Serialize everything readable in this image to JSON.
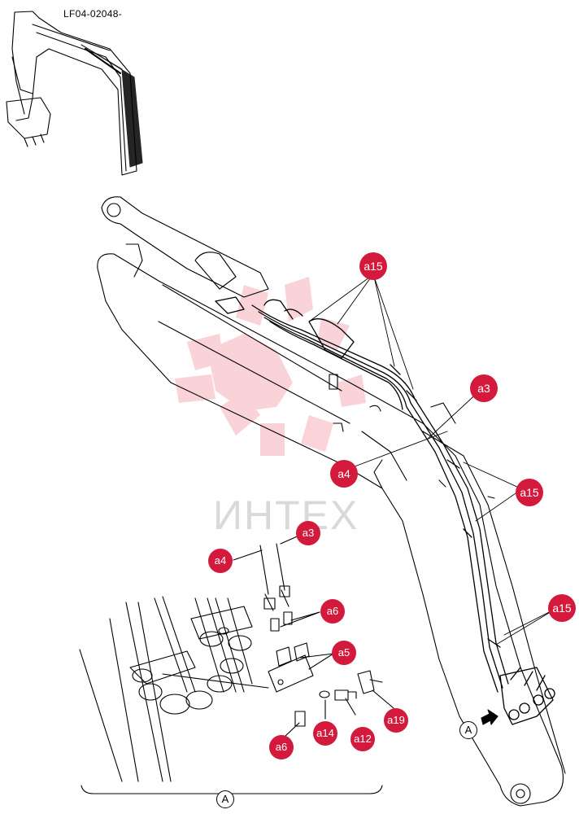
{
  "drawing_code": "LF04-02048-",
  "watermark": {
    "text": "ИНТЕХ",
    "color": "#e83a4c"
  },
  "callout_color": "#d31a3c",
  "callouts": {
    "a15_top": "a15",
    "a3_main": "a3",
    "a4_main": "a4",
    "a15_mid": "a15",
    "a15_low": "a15",
    "a3_detail": "a3",
    "a4_detail": "a4",
    "a6_upper": "a6",
    "a5": "a5",
    "a19": "a19",
    "a14": "a14",
    "a12": "a12",
    "a6_lower": "a6"
  },
  "view_label": "A",
  "detail_view_label": "A"
}
